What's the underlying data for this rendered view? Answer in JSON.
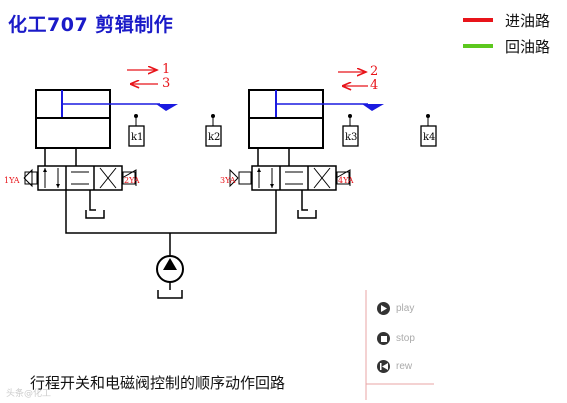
{
  "title": "化工707 剪辑制作",
  "legend": [
    {
      "label": "进油路",
      "color": "#e8141a"
    },
    {
      "label": "回油路",
      "color": "#5cc81e"
    }
  ],
  "steps": {
    "s1": "1",
    "s2": "2",
    "s3": "3",
    "s4": "4"
  },
  "switches": {
    "k1": "k1",
    "k2": "k2",
    "k3": "k3",
    "k4": "k4"
  },
  "solenoids": {
    "ya1": "1YA",
    "ya2": "2YA",
    "ya3": "3YA",
    "ya4": "4YA"
  },
  "controls": {
    "play": "play",
    "stop": "stop",
    "rew": "rew"
  },
  "caption": "行程开关和电磁阀控制的顺序动作回路",
  "watermark": "头条@化工"
}
